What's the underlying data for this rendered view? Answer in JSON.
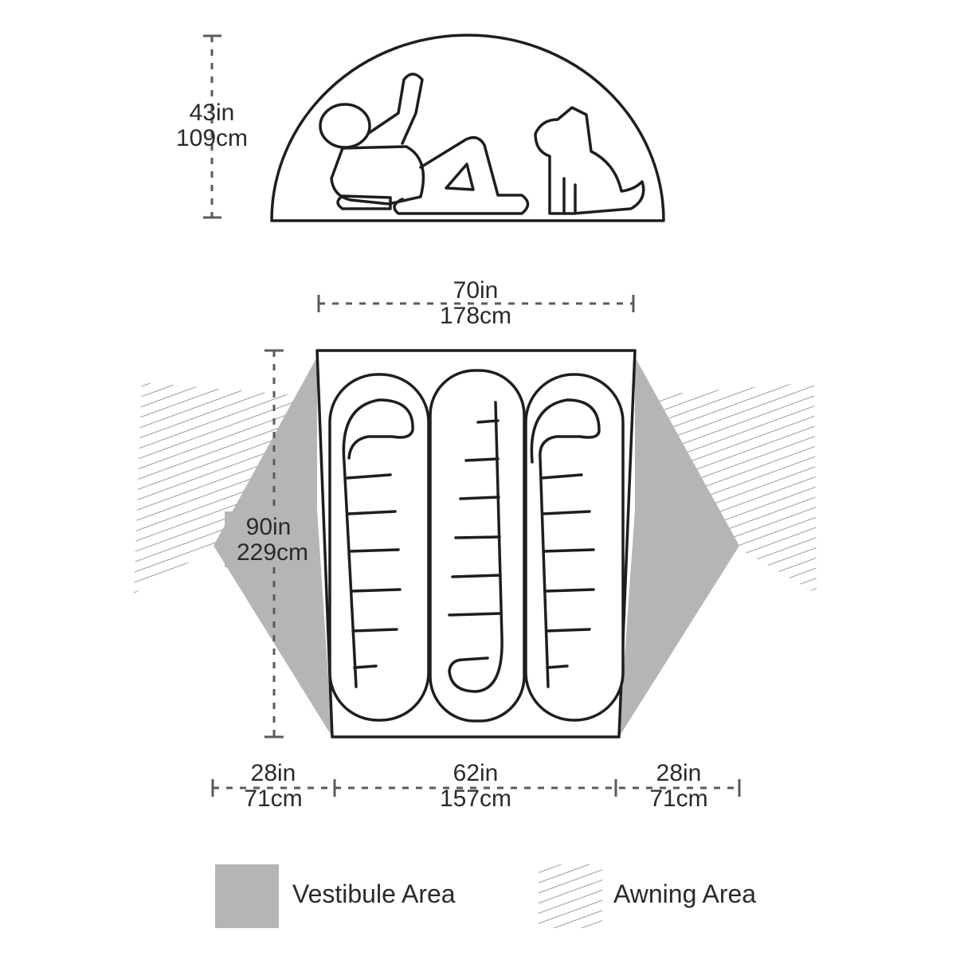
{
  "side_view": {
    "height_in": "43in",
    "height_cm": "109cm"
  },
  "floor_plan": {
    "width_top_in": "70in",
    "width_top_cm": "178cm",
    "length_in": "90in",
    "length_cm": "229cm",
    "vestibule_left_in": "28in",
    "vestibule_left_cm": "71cm",
    "floor_bottom_in": "62in",
    "floor_bottom_cm": "157cm",
    "vestibule_right_in": "28in",
    "vestibule_right_cm": "71cm"
  },
  "legend": {
    "vestibule_label": "Vestibule Area",
    "awning_label": "Awning Area"
  },
  "colors": {
    "vestibule_fill": "#b5b5b5",
    "line": "#1e1e1e",
    "dimension_line": "#5a5a5a"
  }
}
